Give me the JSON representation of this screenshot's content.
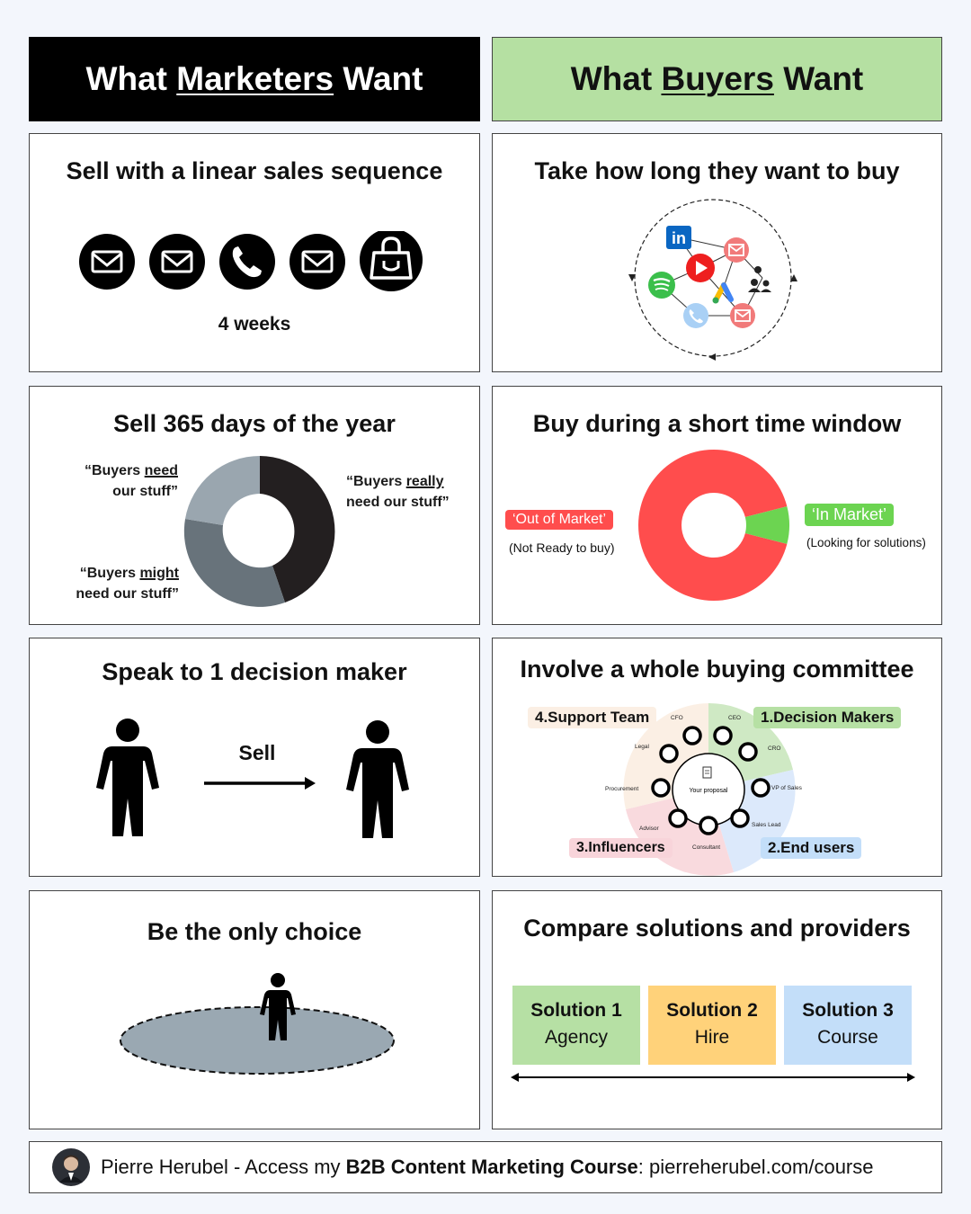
{
  "headers": {
    "marketers": {
      "pre": "What",
      "underlined": "Marketers",
      "post": "Want"
    },
    "buyers": {
      "pre": "What",
      "underlined": "Buyers",
      "post": "Want"
    }
  },
  "colors": {
    "marketers_header_bg": "#000000",
    "buyers_header_bg": "#b5e0a2",
    "donut_out": "#ff4d4d",
    "donut_in": "#6cd451"
  },
  "panels": {
    "linear_sequence": {
      "title": "Sell with a linear sales sequence",
      "icons": [
        "mail-icon",
        "mail-icon",
        "phone-icon",
        "mail-icon",
        "shopping-bag-icon"
      ],
      "duration": "4 weeks"
    },
    "buyer_timeline": {
      "title": "Take how long they want to buy",
      "icons": [
        "linkedin-icon",
        "mail-icon",
        "youtube-icon",
        "spotify-icon",
        "google-ads-icon",
        "community-icon",
        "phone-icon",
        "mail-icon"
      ]
    },
    "sell_365": {
      "title": "Sell 365 days of the year",
      "label_need": {
        "pre": "“Buyers ",
        "u": "need",
        "post": " our stuff”"
      },
      "label_really": {
        "pre": "“Buyers ",
        "u": "really",
        "post": " need our stuff”"
      },
      "label_might": {
        "pre": "“Buyers ",
        "u": "might",
        "post": " need our stuff”"
      }
    },
    "short_window": {
      "title": "Buy during a short time window",
      "out_label": "‘Out of Market’",
      "out_sub": "(Not Ready to buy)",
      "in_label": "‘In Market’",
      "in_sub": "(Looking for solutions)",
      "in_market_share": 0.08
    },
    "decision_maker": {
      "title": "Speak to 1 decision maker",
      "arrow_label": "Sell"
    },
    "committee": {
      "title": "Involve a whole buying committee",
      "groups": [
        "1.Decision Makers",
        "2.End users",
        "3.Influencers",
        "4.Support Team"
      ],
      "center_label": "Your proposal",
      "roles": [
        "CFO",
        "CEO",
        "CRO",
        "VP of Sales",
        "Sales Lead",
        "Consultant",
        "Advisor",
        "Procurement",
        "Legal"
      ]
    },
    "only_choice": {
      "title": "Be the only choice"
    },
    "compare": {
      "title": "Compare solutions and providers",
      "solutions": [
        {
          "name": "Solution 1",
          "type": "Agency",
          "color": "#b6e0a4"
        },
        {
          "name": "Solution 2",
          "type": "Hire",
          "color": "#ffd27a"
        },
        {
          "name": "Solution 3",
          "type": "Course",
          "color": "#c3def9"
        }
      ]
    }
  },
  "footer": {
    "author": "Pierre Herubel",
    "middle": " - Access my ",
    "course": "B2B Content Marketing Course",
    "url_prefix": ": ",
    "url": "pierreherubel.com/course"
  }
}
